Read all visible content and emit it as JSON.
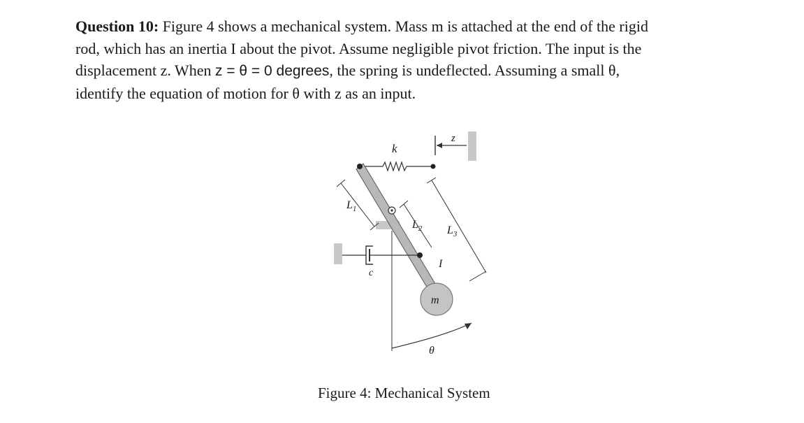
{
  "question": {
    "label": "Question 10:",
    "line1": " Figure 4 shows a mechanical system. Mass m is attached at the end of the rigid",
    "line2": "rod, which has an inertia I about the pivot. Assume negligible pivot friction. The input is the",
    "line3_a": "displacement z. When ",
    "line3_b": "z = θ = 0 degrees",
    "line3_c": ", the spring is undeflected. Assuming a small θ,",
    "line4": "identify the equation of motion for θ with z as an input."
  },
  "figure": {
    "labels": {
      "k": "k",
      "z": "z",
      "L1": "L",
      "L1_sub": "1",
      "L2": "L",
      "L2_sub": "2",
      "L3": "L",
      "L3_sub": "3",
      "I": "I",
      "c": "c",
      "m": "m",
      "theta": "θ"
    },
    "caption": "Figure 4: Mechanical System"
  },
  "colors": {
    "rod": "#b8b8b8",
    "ground": "#c8c8c8",
    "line": "#333333"
  }
}
